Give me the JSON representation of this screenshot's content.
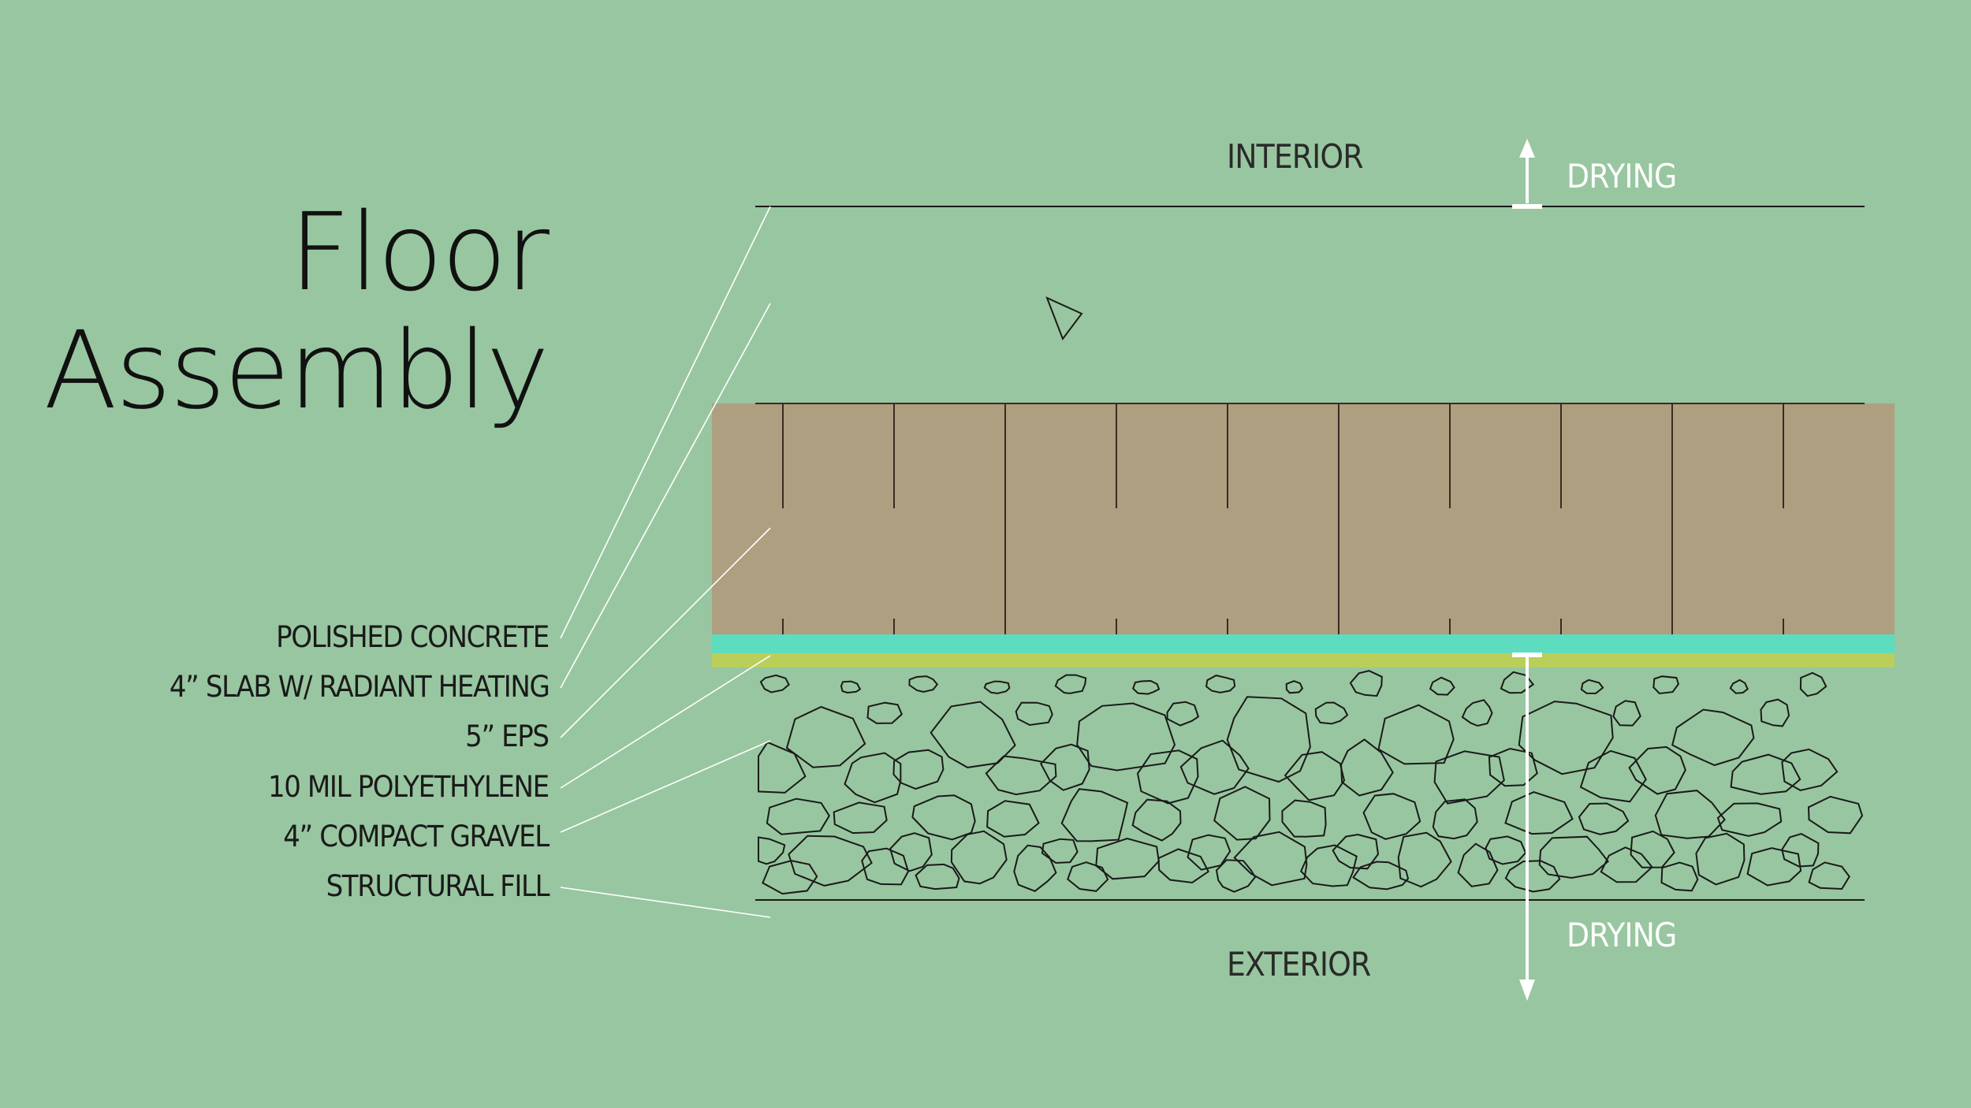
{
  "title": {
    "line1": "Floor",
    "line2": "Assembly"
  },
  "layers": [
    {
      "label": "POLISHED CONCRETE"
    },
    {
      "label": "4” SLAB W/ RADIANT HEATING"
    },
    {
      "label": "5” EPS"
    },
    {
      "label": "10 MIL POLYETHYLENE"
    },
    {
      "label": "4” COMPACT GRAVEL"
    },
    {
      "label": "STRUCTURAL FILL"
    }
  ],
  "zones": {
    "interior": "INTERIOR",
    "exterior": "EXTERIOR"
  },
  "drying": {
    "up": "DRYING",
    "down": "DRYING"
  },
  "colors": {
    "background": "#98c6a0",
    "slab": "#ad9f80",
    "eps": "#5ddcc0",
    "polyethylene": "#b9cf5a",
    "lines": "#1a1a1a",
    "leaders": "#ffffff"
  }
}
